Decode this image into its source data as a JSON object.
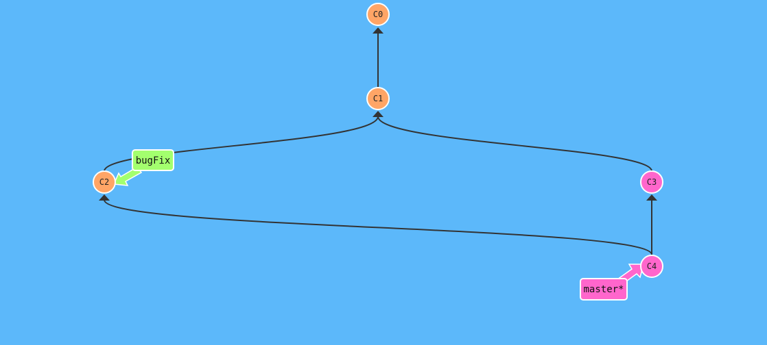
{
  "colors": {
    "background": "#5cb8fa",
    "edge": "#333333",
    "commit_main": "#ffa566",
    "commit_master": "#ff66cc",
    "branch_bugfix": "#a3ff6e",
    "branch_master": "#ff66cc"
  },
  "commits": [
    {
      "id": "C0",
      "label": "C0"
    },
    {
      "id": "C1",
      "label": "C1"
    },
    {
      "id": "C2",
      "label": "C2"
    },
    {
      "id": "C3",
      "label": "C3"
    },
    {
      "id": "C4",
      "label": "C4"
    }
  ],
  "branches": [
    {
      "name": "bugFix",
      "target": "C2"
    },
    {
      "name": "master*",
      "target": "C4"
    }
  ],
  "edges": [
    {
      "from": "C1",
      "to": "C0"
    },
    {
      "from": "C2",
      "to": "C1"
    },
    {
      "from": "C3",
      "to": "C1"
    },
    {
      "from": "C4",
      "to": "C3"
    },
    {
      "from": "C4",
      "to": "C2"
    }
  ]
}
